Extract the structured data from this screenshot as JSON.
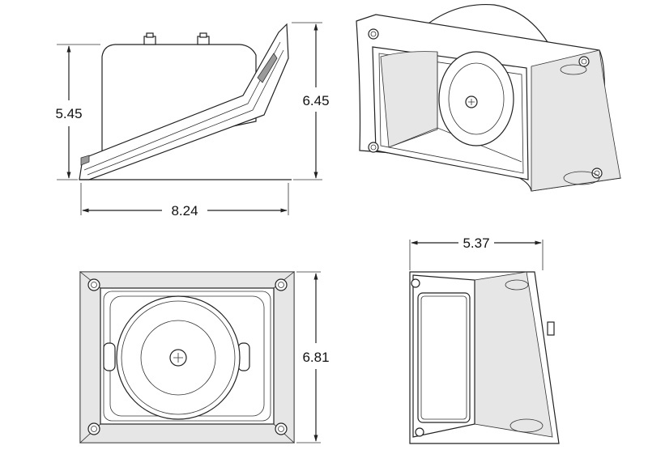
{
  "dimensions": {
    "side_height": "5.45",
    "side_overall_height": "6.45",
    "side_width": "8.24",
    "front_height": "6.81",
    "end_depth": "5.37"
  },
  "colors": {
    "line": "#222222",
    "shade": "#e6e6e6",
    "background": "#ffffff"
  }
}
